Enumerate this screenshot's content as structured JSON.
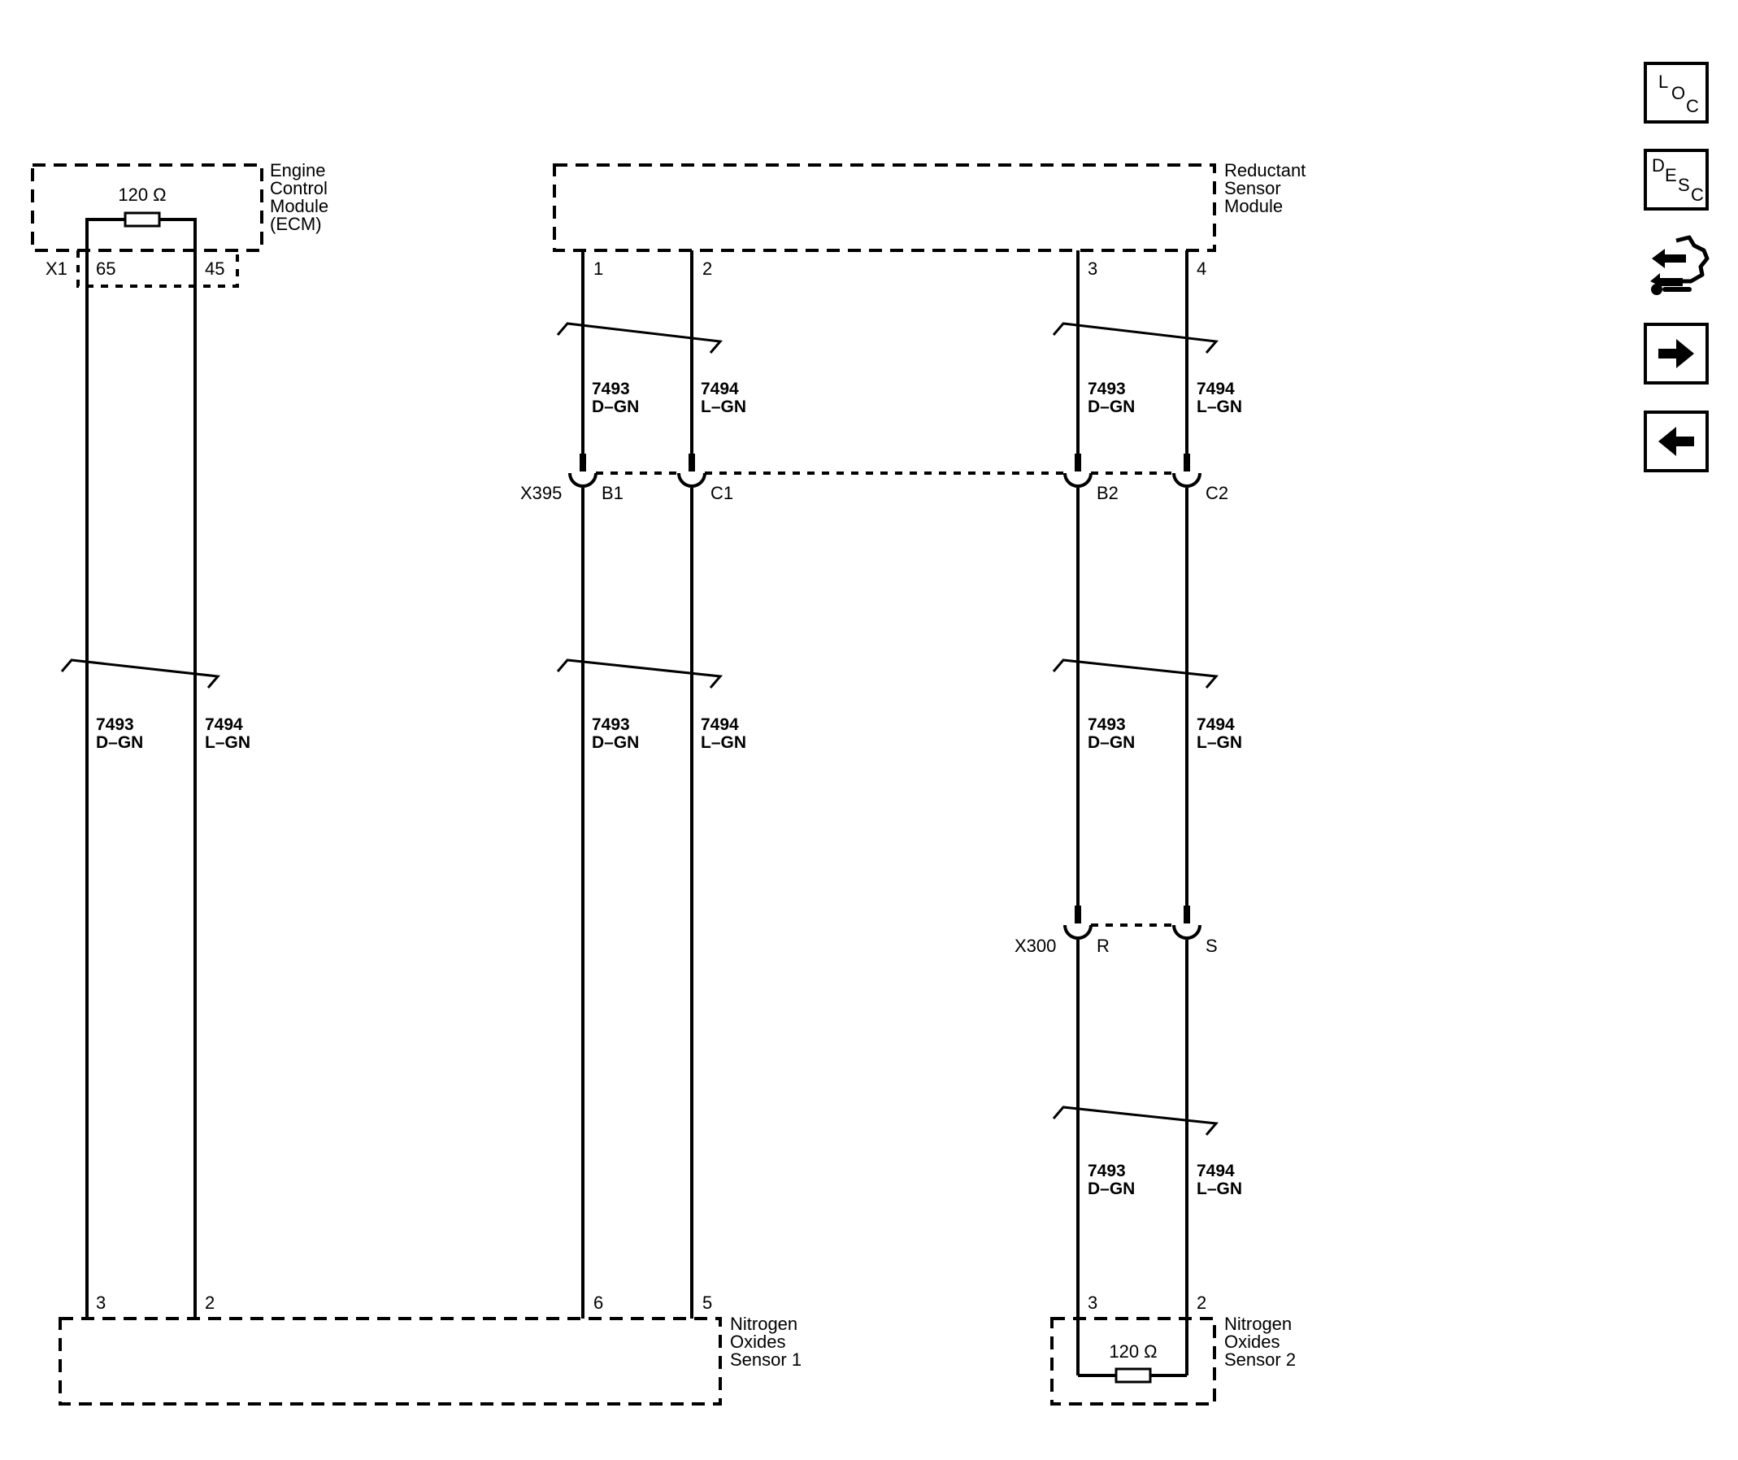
{
  "modules": {
    "ecm": {
      "name": [
        "Engine",
        "Control",
        "Module",
        "(ECM)"
      ],
      "connector": "X1",
      "pins": [
        "65",
        "45"
      ],
      "resistor": "120 Ω"
    },
    "rsm": {
      "name": [
        "Reductant",
        "Sensor",
        "Module"
      ],
      "pins": [
        "1",
        "2",
        "3",
        "4"
      ]
    },
    "nox1": {
      "name": [
        "Nitrogen",
        "Oxides",
        "Sensor 1"
      ],
      "pins": [
        "3",
        "2",
        "6",
        "5"
      ]
    },
    "nox2": {
      "name": [
        "Nitrogen",
        "Oxides",
        "Sensor 2"
      ],
      "pins": [
        "3",
        "2"
      ],
      "resistor": "120 Ω"
    }
  },
  "wires": {
    "dgn": {
      "circuit": "7493",
      "color": "D–GN"
    },
    "lgn": {
      "circuit": "7494",
      "color": "L–GN"
    }
  },
  "connectors": {
    "x395": {
      "name": "X395",
      "cavities": [
        "B1",
        "C1",
        "B2",
        "C2"
      ]
    },
    "x300": {
      "name": "X300",
      "cavities": [
        "R",
        "S"
      ]
    }
  },
  "nav_icons": [
    {
      "name": "loc-icon",
      "letters": [
        "L",
        "O",
        "C"
      ]
    },
    {
      "name": "desc-icon",
      "letters": [
        "D",
        "E",
        "S",
        "C"
      ]
    },
    {
      "name": "connector-end-view-icon"
    },
    {
      "name": "forward-arrow-icon"
    },
    {
      "name": "back-arrow-icon"
    }
  ]
}
